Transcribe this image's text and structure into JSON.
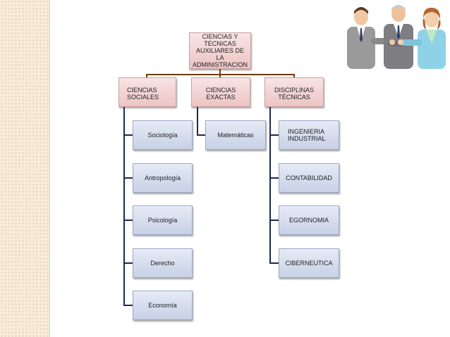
{
  "root": {
    "label": "CIENCIAS Y TECNICAS AUXILIARES  DE LA ADMINISTRACION"
  },
  "branches": [
    {
      "label": "CIENCIAS SOCIALES",
      "children": [
        "Sociología",
        "Antropología",
        "Psicología",
        "Derecho",
        "Economía"
      ]
    },
    {
      "label": "CIENCIAS EXACTAS",
      "children": [
        "Matemáticas"
      ]
    },
    {
      "label": "DISCIPLINAS TÉCNICAS",
      "children": [
        "INGENIERIA INDUSTRIAL",
        "CONTABILIDAD",
        "EGORNOMIA",
        "CIBERNEUTICA"
      ]
    }
  ],
  "colors": {
    "level1_fill": "#ecc4c4",
    "level2_fill": "#c7d0e6",
    "connector_top": "#6e3a10",
    "connector_children": "#1c2a52"
  },
  "illustration": {
    "icon": "business-handshake-icon"
  }
}
